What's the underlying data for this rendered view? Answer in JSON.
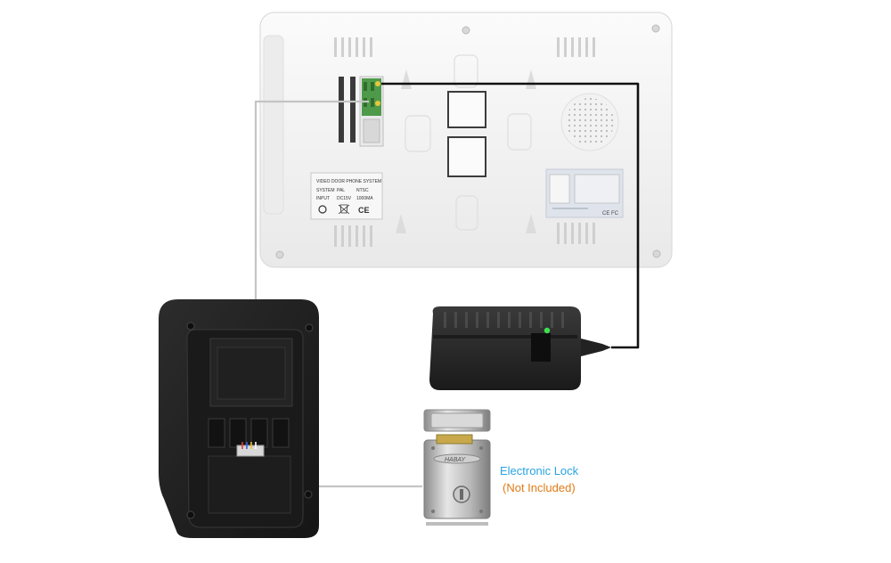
{
  "monitor": {
    "label_title": "VIDEO DOOR PHONE SYSTEM",
    "label_row1_left": "SYSTEM",
    "label_row1_mid": "PAL",
    "label_row1_right": "NTSC",
    "label_row2_left": "INPUT",
    "label_row2_mid": "DC15V",
    "label_row2_right": "1000MA",
    "ce_mark": "CE",
    "sticker_ce": "CE FC"
  },
  "lock": {
    "brand": "HABAY",
    "caption_line1": "Electronic Lock",
    "caption_line2": "(Not Included)",
    "caption_line1_color": "#2aa3e0",
    "caption_line2_color": "#e07b17"
  },
  "colors": {
    "monitor_body": "#f4f4f4",
    "outdoor_unit": "#1e1e1e",
    "adapter": "#262626",
    "power_cable": "#111111",
    "signal_cable": "#bdbdbd"
  }
}
